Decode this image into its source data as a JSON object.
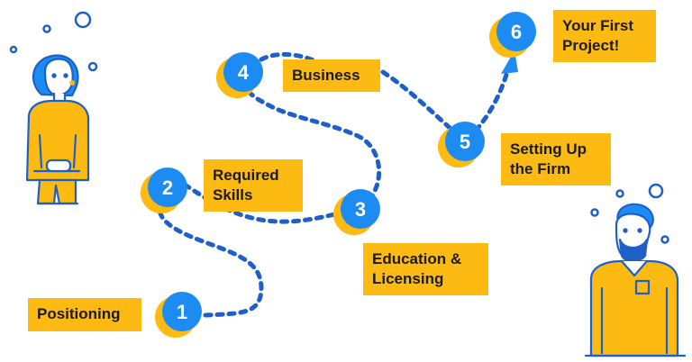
{
  "colors": {
    "accent_blue": "#1C8CF2",
    "accent_yellow": "#FDBA12",
    "outline": "#1F5FC8"
  },
  "steps": [
    {
      "number": "1",
      "label": "Positioning"
    },
    {
      "number": "2",
      "label": "Required\nSkills"
    },
    {
      "number": "3",
      "label": "Education &\nLicensing"
    },
    {
      "number": "4",
      "label": "Business"
    },
    {
      "number": "5",
      "label": "Setting Up\nthe Firm"
    },
    {
      "number": "6",
      "label": "Your First\nProject!"
    }
  ]
}
